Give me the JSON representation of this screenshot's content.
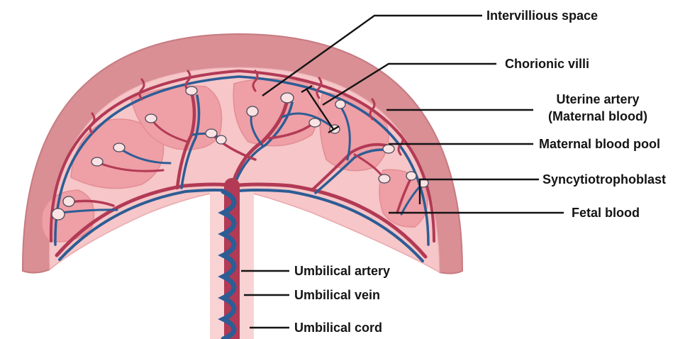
{
  "labels": {
    "intervillious_space": "Intervillious space",
    "chorionic_villi": "Chorionic villi",
    "uterine_artery_line1": "Uterine artery",
    "uterine_artery_line2": "(Maternal blood)",
    "maternal_blood_pool": "Maternal blood pool",
    "syncytiotrophoblast": "Syncytiotrophoblast",
    "fetal_blood": "Fetal blood",
    "umbilical_artery": "Umbilical artery",
    "umbilical_vein": "Umbilical vein",
    "umbilical_cord": "Umbilical cord"
  },
  "colors": {
    "uterine_wall": "#d98f94",
    "uterine_wall_dark": "#c77b82",
    "placenta": "#f6c6c8",
    "maternal_pool": "#ef9fa6",
    "artery_red": "#b23a55",
    "vein_blue": "#2c5d95",
    "villus_fill": "#fbe3e4",
    "cord_pink": "#f9d3d4"
  }
}
